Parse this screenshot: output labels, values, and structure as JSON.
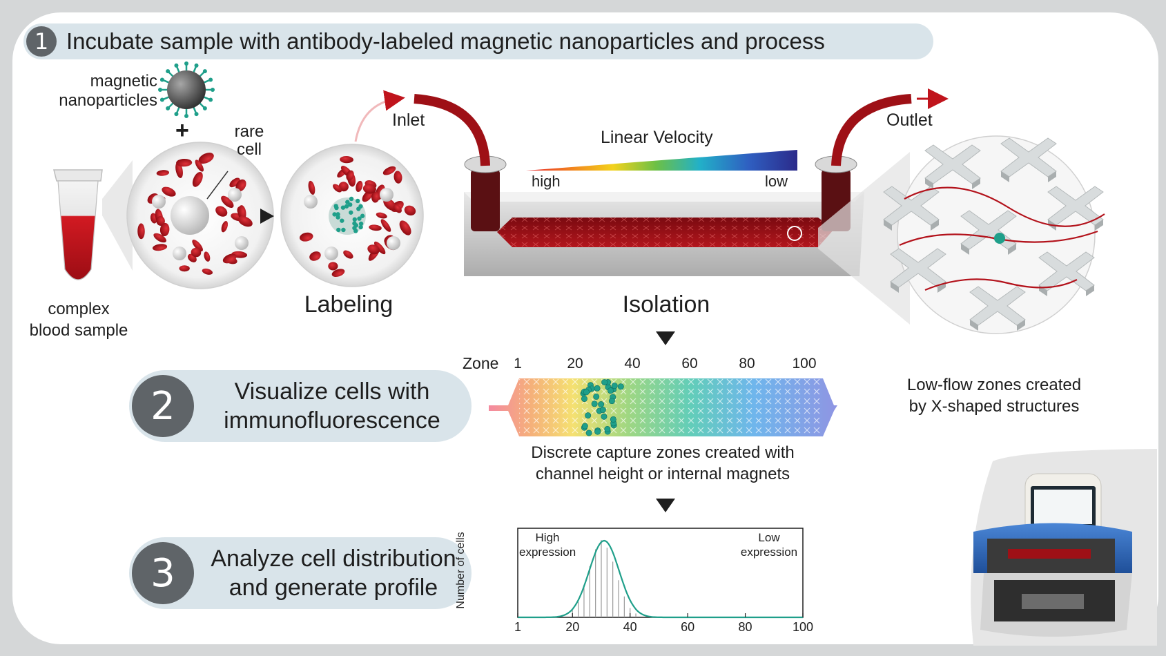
{
  "step1": {
    "number": "1",
    "title": "Incubate sample with antibody-labeled magnetic nanoparticles and process"
  },
  "step2": {
    "number": "2",
    "line1": "Visualize cells with",
    "line2": "immunofluorescence"
  },
  "step3": {
    "number": "3",
    "line1": "Analyze cell distribution",
    "line2": "and generate profile"
  },
  "labels": {
    "magnetic_line1": "magnetic",
    "magnetic_line2": "nanoparticles",
    "plus": "+",
    "rare_line1": "rare",
    "rare_line2": "cell",
    "complex_line1": "complex",
    "complex_line2": "blood sample",
    "labeling": "Labeling",
    "isolation": "Isolation",
    "inlet": "Inlet",
    "outlet": "Outlet",
    "linear_velocity": "Linear Velocity",
    "high": "high",
    "low": "low",
    "lowflow_line1": "Low-flow zones created",
    "lowflow_line2": "by X-shaped structures",
    "discrete_line1": "Discrete capture zones created with",
    "discrete_line2": "channel height or internal magnets",
    "zone_label": "Zone"
  },
  "zone_ticks": [
    "1",
    "20",
    "40",
    "60",
    "80",
    "100"
  ],
  "chart_data": {
    "type": "bar",
    "title": "",
    "xlabel": "",
    "ylabel": "Number of cells",
    "xlim": [
      1,
      100
    ],
    "x_ticks": [
      "1",
      "20",
      "40",
      "60",
      "80",
      "100"
    ],
    "annotations": [
      {
        "line1": "High",
        "line2": "expression"
      },
      {
        "line1": "Low",
        "line2": "expression"
      }
    ],
    "x": [
      20,
      22,
      24,
      26,
      28,
      30,
      32,
      34,
      36,
      38,
      40,
      42
    ],
    "values": [
      0.09,
      0.2,
      0.42,
      0.66,
      0.88,
      1.0,
      0.9,
      0.72,
      0.48,
      0.27,
      0.12,
      0.05
    ],
    "fit_curve": {
      "type": "gaussian",
      "mean": 31,
      "sd": 5.2
    },
    "colors": {
      "bars": "#9a9a9a",
      "curve": "#1f9f8a"
    }
  },
  "colors": {
    "badge": "#5f6468",
    "pill": "#d9e4ea",
    "blood": "#b3121b",
    "tubing": "#9e1016",
    "teal": "#1f9f8a",
    "device_blue": "#2f67b5"
  }
}
